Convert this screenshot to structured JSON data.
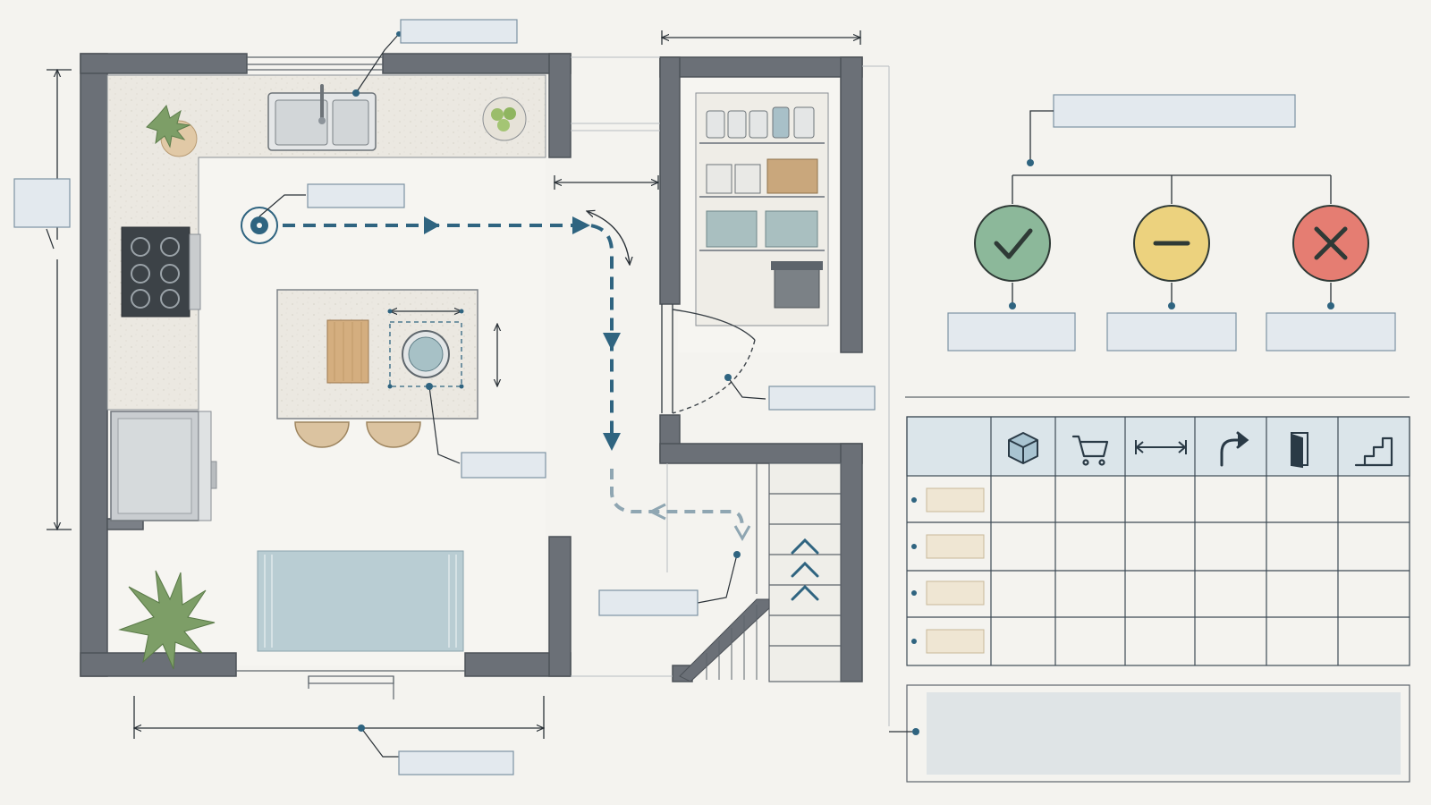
{
  "colors": {
    "background": "#f4f3ef",
    "wall": "#6b7077",
    "wall_outline": "#4d5258",
    "counter": "#e9e6df",
    "accent_blue": "#2f6480",
    "path_light": "#8fa6b2",
    "label_box_fill": "#e3e9ee",
    "label_box_stroke": "#7d93a3",
    "status_green": "#8cb89a",
    "status_yellow": "#ecd27e",
    "status_red": "#e57d72",
    "matrix_header_fill": "#dbe5ea",
    "matrix_row_label_fill": "#efe6d3",
    "rug": "#b9cdd3",
    "plant": "#6f935c",
    "wood": "#d9b58a"
  },
  "plan": {
    "labels": {
      "sink": "",
      "start_point": "",
      "island_fixture": "",
      "overall_height": "",
      "pantry_door": "",
      "stair_access": "",
      "overall_width": ""
    }
  },
  "decision": {
    "title": "",
    "outcomes": [
      {
        "status": "pass",
        "icon": "check-icon",
        "label": ""
      },
      {
        "status": "neutral",
        "icon": "minus-icon",
        "label": ""
      },
      {
        "status": "fail",
        "icon": "x-icon",
        "label": ""
      }
    ]
  },
  "matrix": {
    "column_icons": [
      "box-icon",
      "cart-icon",
      "width-arrow-icon",
      "turn-arrow-icon",
      "door-icon",
      "stairs-icon"
    ],
    "rows": [
      "",
      "",
      "",
      ""
    ],
    "notes": ""
  }
}
